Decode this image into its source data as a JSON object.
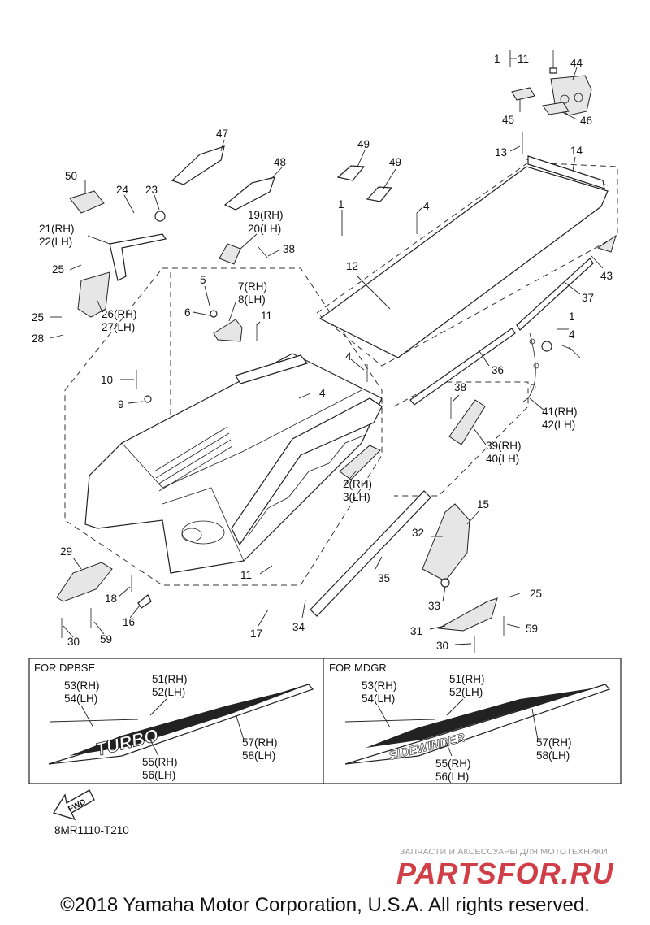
{
  "diagram": {
    "callouts": [
      {
        "id": "c1a",
        "text": "1"
      },
      {
        "id": "c11a",
        "text": "11"
      },
      {
        "id": "c44",
        "text": "44"
      },
      {
        "id": "c45",
        "text": "45"
      },
      {
        "id": "c46",
        "text": "46"
      },
      {
        "id": "c47",
        "text": "47"
      },
      {
        "id": "c48",
        "text": "48"
      },
      {
        "id": "c49a",
        "text": "49"
      },
      {
        "id": "c49b",
        "text": "49"
      },
      {
        "id": "c13",
        "text": "13"
      },
      {
        "id": "c14",
        "text": "14"
      },
      {
        "id": "c50",
        "text": "50"
      },
      {
        "id": "c24",
        "text": "24"
      },
      {
        "id": "c23",
        "text": "23"
      },
      {
        "id": "c19",
        "text": "19(RH)"
      },
      {
        "id": "c20",
        "text": "20(LH)"
      },
      {
        "id": "c1b",
        "text": "1"
      },
      {
        "id": "c4a",
        "text": "4"
      },
      {
        "id": "c21",
        "text": "21(RH)"
      },
      {
        "id": "c22",
        "text": "22(LH)"
      },
      {
        "id": "c38a",
        "text": "38"
      },
      {
        "id": "c43",
        "text": "43"
      },
      {
        "id": "c12",
        "text": "12"
      },
      {
        "id": "c25a",
        "text": "25"
      },
      {
        "id": "c5",
        "text": "5"
      },
      {
        "id": "c7",
        "text": "7(RH)"
      },
      {
        "id": "c8",
        "text": "8(LH)"
      },
      {
        "id": "c37",
        "text": "37"
      },
      {
        "id": "c26",
        "text": "26(RH)"
      },
      {
        "id": "c27",
        "text": "27(LH)"
      },
      {
        "id": "c6",
        "text": "6"
      },
      {
        "id": "c25b",
        "text": "25"
      },
      {
        "id": "c11b",
        "text": "11"
      },
      {
        "id": "c1c",
        "text": "1"
      },
      {
        "id": "c4b",
        "text": "4"
      },
      {
        "id": "c28",
        "text": "28"
      },
      {
        "id": "c4c",
        "text": "4"
      },
      {
        "id": "c36",
        "text": "36"
      },
      {
        "id": "c10",
        "text": "10"
      },
      {
        "id": "c4d",
        "text": "4"
      },
      {
        "id": "c38b",
        "text": "38"
      },
      {
        "id": "c9",
        "text": "9"
      },
      {
        "id": "c41",
        "text": "41(RH)"
      },
      {
        "id": "c42",
        "text": "42(LH)"
      },
      {
        "id": "c39",
        "text": "39(RH)"
      },
      {
        "id": "c40",
        "text": "40(LH)"
      },
      {
        "id": "c2",
        "text": "2(RH)"
      },
      {
        "id": "c3",
        "text": "3(LH)"
      },
      {
        "id": "c15",
        "text": "15"
      },
      {
        "id": "c32",
        "text": "32"
      },
      {
        "id": "c29",
        "text": "29"
      },
      {
        "id": "c11c",
        "text": "11"
      },
      {
        "id": "c35",
        "text": "35"
      },
      {
        "id": "c18",
        "text": "18"
      },
      {
        "id": "c33",
        "text": "33"
      },
      {
        "id": "c25c",
        "text": "25"
      },
      {
        "id": "c16",
        "text": "16"
      },
      {
        "id": "c59a",
        "text": "59"
      },
      {
        "id": "c17",
        "text": "17"
      },
      {
        "id": "c34",
        "text": "34"
      },
      {
        "id": "c31",
        "text": "31"
      },
      {
        "id": "c59b",
        "text": "59"
      },
      {
        "id": "c30a",
        "text": "30"
      },
      {
        "id": "c30b",
        "text": "30"
      }
    ],
    "panels": [
      {
        "title": "FOR DPBSE",
        "labels": [
          "53(RH)",
          "54(LH)",
          "51(RH)",
          "52(LH)",
          "57(RH)",
          "58(LH)",
          "55(RH)",
          "56(LH)"
        ],
        "decal_text": "TURBO"
      },
      {
        "title": "FOR MDGR",
        "labels": [
          "53(RH)",
          "54(LH)",
          "51(RH)",
          "52(LH)",
          "57(RH)",
          "58(LH)",
          "55(RH)",
          "56(LH)"
        ],
        "decal_text": "SIDEWINDER"
      }
    ],
    "fwd_label": "FWD",
    "reference_code": "8MR1110-T210"
  },
  "watermark": {
    "top_text": "ЗАПЧАСТИ И АКСЕССУАРЫ ДЛЯ МОТОТЕХНИКИ",
    "logo_text": "PARTSFOR.RU"
  },
  "copyright": "©2018 Yamaha Motor Corporation, U.S.A. All rights reserved."
}
